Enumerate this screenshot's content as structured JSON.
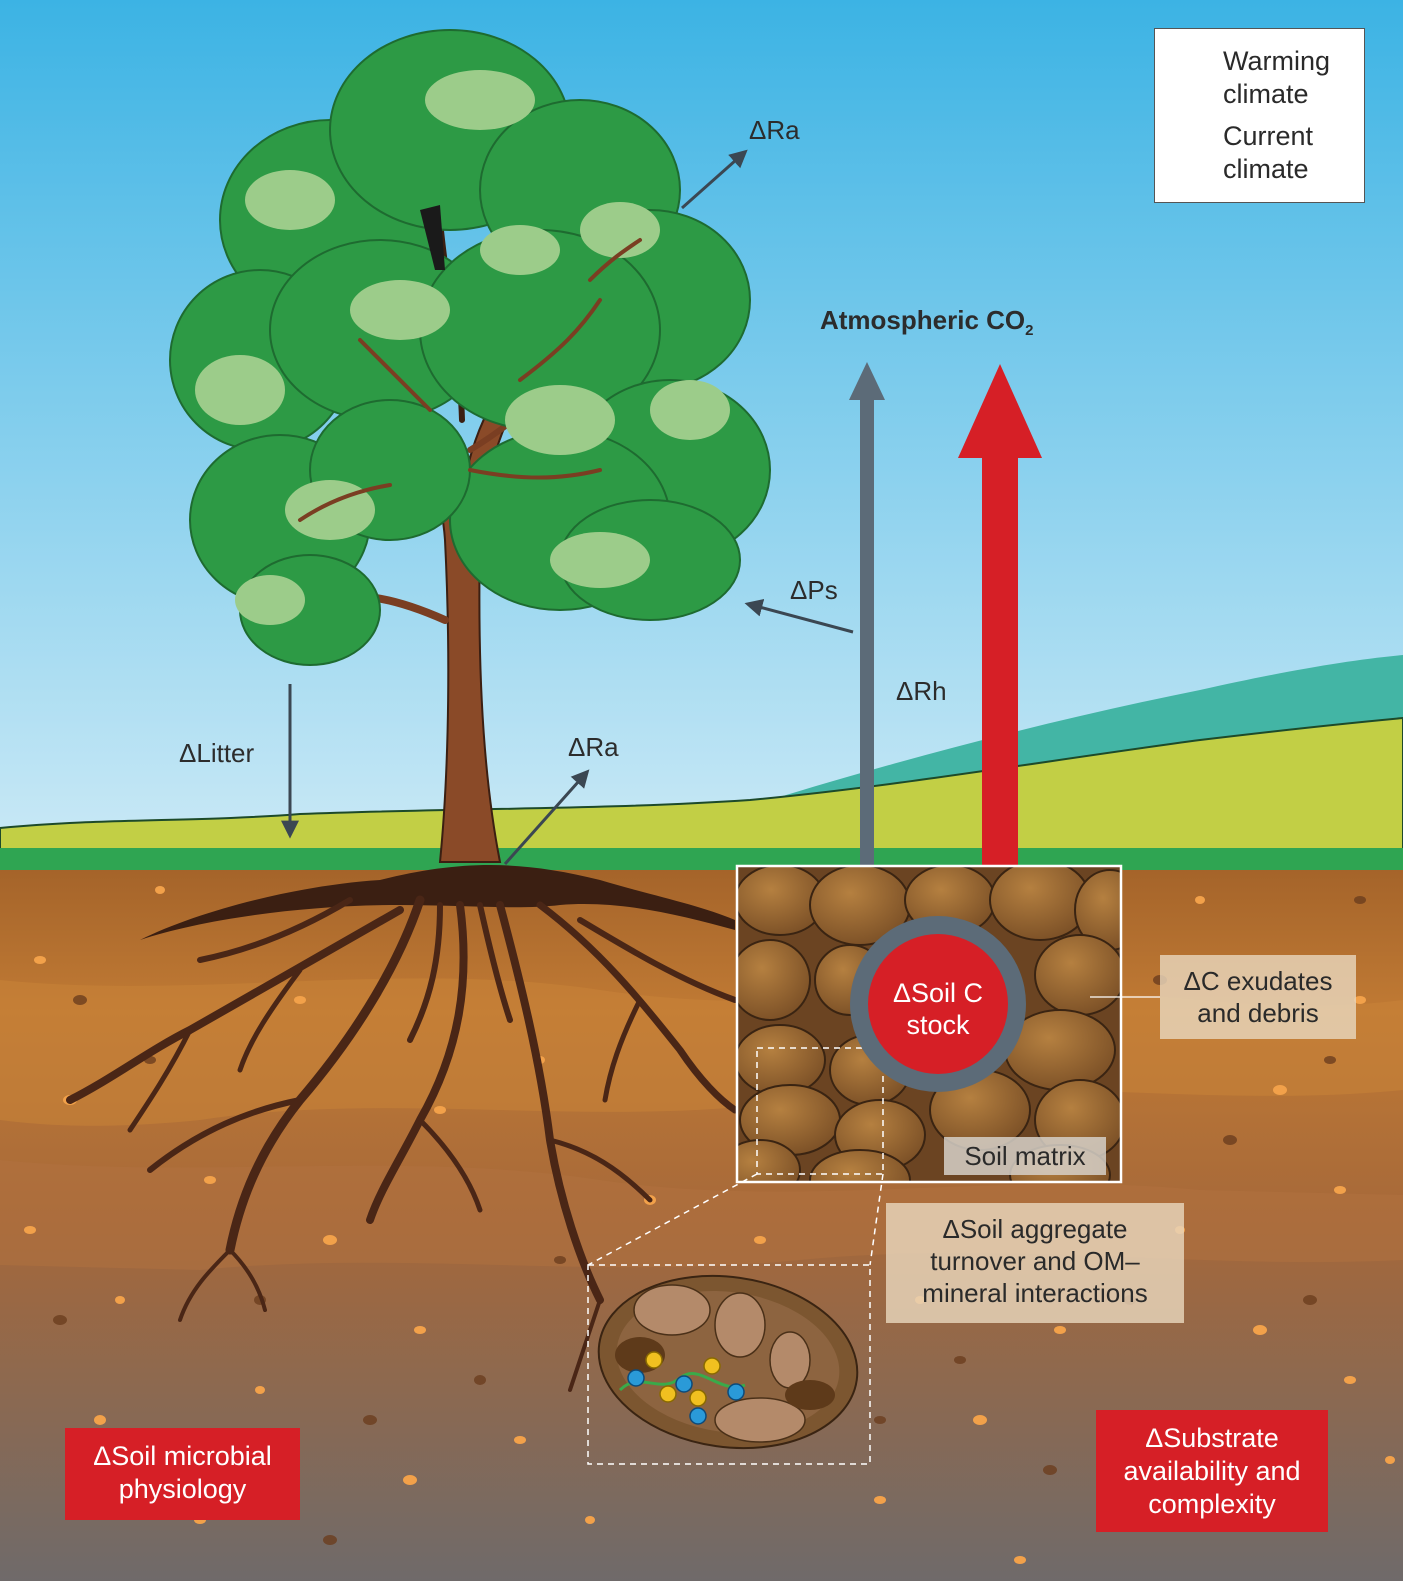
{
  "legend": {
    "warming_line1": "Warming",
    "warming_line2": "climate",
    "current_line1": "Current",
    "current_line2": "climate",
    "warming_color": "#d61f26",
    "current_color": "#5c6b78"
  },
  "labels": {
    "ra_canopy": "ΔRa",
    "ra_root": "ΔRa",
    "ps": "ΔPs",
    "rh": "ΔRh",
    "litter": "ΔLitter",
    "atmospheric": "Atmospheric CO",
    "atmospheric_sub": "2",
    "soil_c_line1": "ΔSoil C",
    "soil_c_line2": "stock",
    "c_exudates_line1": "ΔC exudates",
    "c_exudates_line2": "and debris",
    "soil_matrix": "Soil matrix",
    "aggregate_line1": "ΔSoil aggregate",
    "aggregate_line2": "turnover and OM–",
    "aggregate_line3": "mineral interactions",
    "microbial_line1": "ΔSoil microbial",
    "microbial_line2": "physiology",
    "substrate_line1": "ΔSubstrate",
    "substrate_line2": "availability and",
    "substrate_line3": "complexity"
  },
  "colors": {
    "sky_top": "#3cb3e4",
    "sky_bottom": "#cdeaf6",
    "grass": "#c2cf45",
    "hill": "#43b5a5",
    "soil_top": "#a86a2c",
    "soil_bottom": "#716a68",
    "foliage_dark": "#2d9a45",
    "foliage_light": "#9ccc8a",
    "trunk": "#8a4a28",
    "roots": "#5a2e1c"
  }
}
